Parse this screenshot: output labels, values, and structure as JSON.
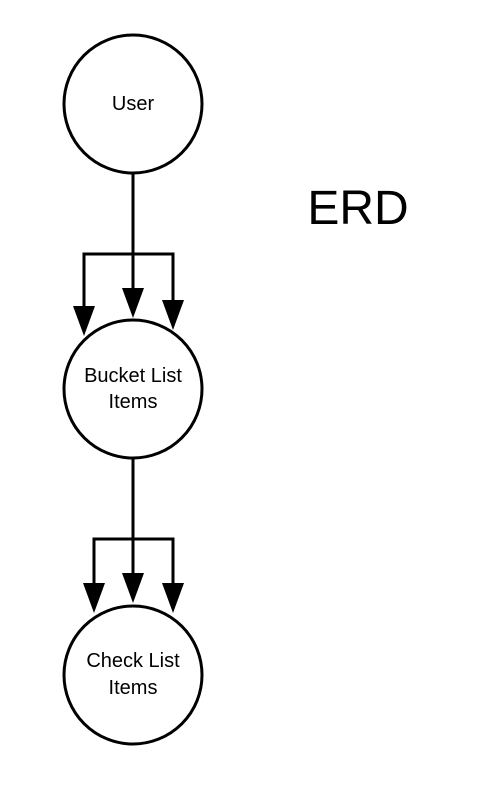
{
  "diagram": {
    "title": "ERD",
    "colors": {
      "stroke": "#000000",
      "fill": "#ffffff",
      "text": "#000000"
    },
    "nodes": [
      {
        "id": "user",
        "label_lines": [
          "User"
        ]
      },
      {
        "id": "bucket",
        "label_lines": [
          "Bucket List",
          "Items"
        ]
      },
      {
        "id": "check",
        "label_lines": [
          "Check List",
          "Items"
        ]
      }
    ],
    "edges": [
      {
        "from": "user",
        "to": "bucket",
        "cardinality": "one-to-many"
      },
      {
        "from": "bucket",
        "to": "check",
        "cardinality": "one-to-many"
      }
    ]
  }
}
